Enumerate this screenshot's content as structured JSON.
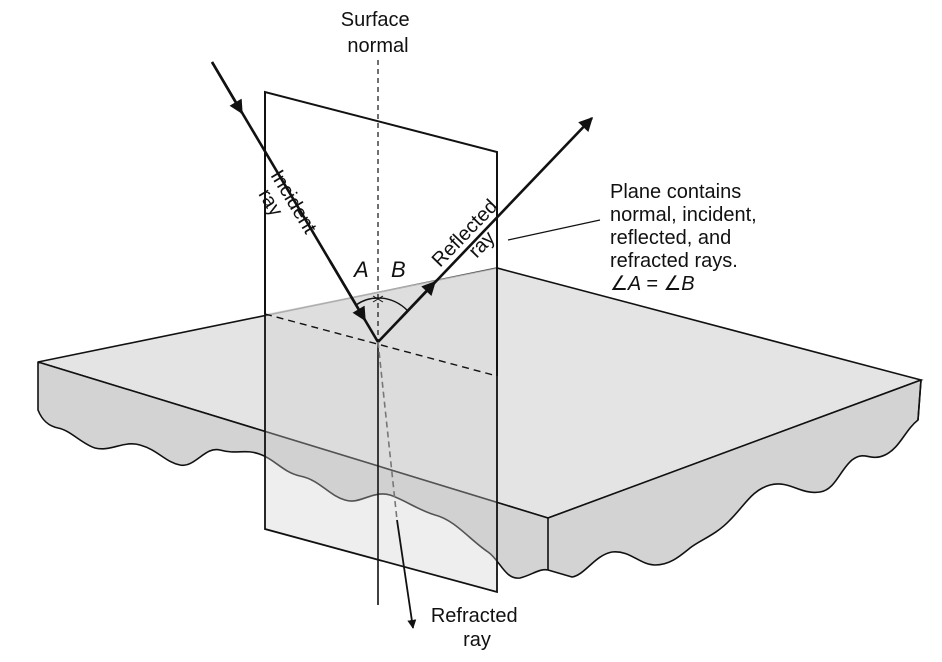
{
  "diagram": {
    "normal_label": [
      "Surface",
      "normal"
    ],
    "incident_label": [
      "Incident",
      "ray"
    ],
    "reflected_label": [
      "Reflected",
      "ray"
    ],
    "refracted_label": [
      "Refracted",
      "ray"
    ],
    "angle_a": "A",
    "angle_b": "B",
    "plane_note": [
      "Plane contains",
      "normal, incident,",
      "reflected, and",
      "refracted rays."
    ],
    "equality": "∠A = ∠B"
  },
  "colors": {
    "ink": "#111111",
    "slab_top": "#e4e4e4",
    "slab_side": "#d2d2d2",
    "plane_tint": "#d6d6d6"
  }
}
